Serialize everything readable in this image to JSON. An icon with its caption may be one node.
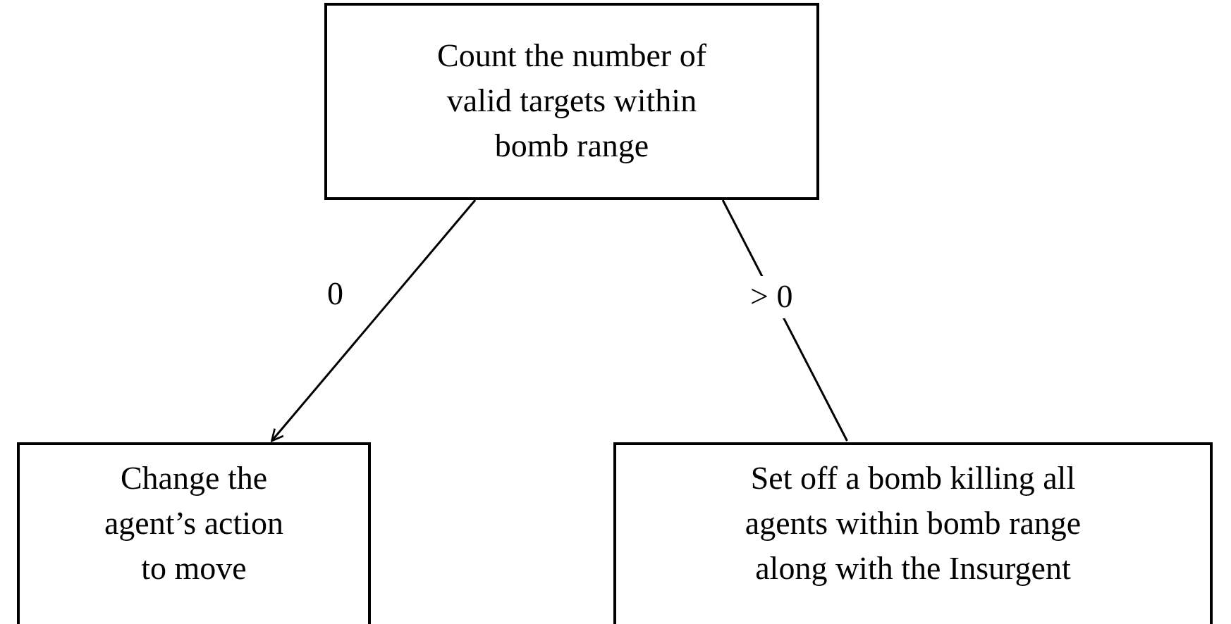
{
  "diagram": {
    "nodes": [
      {
        "text": [
          "Count the number of valid targets within bomb range"
        ]
      },
      {
        "text": [
          "Change the agent’s action to move"
        ]
      },
      {
        "text": [
          "Set off a bomb killing all agents within bomb range along with the Insurgent"
        ]
      }
    ],
    "edges": [
      {
        "from": 0,
        "to": 1,
        "arrow": "to",
        "label": "0"
      },
      {
        "from": 0,
        "to": 2,
        "arrow": "none",
        "label": "> 0"
      }
    ]
  }
}
